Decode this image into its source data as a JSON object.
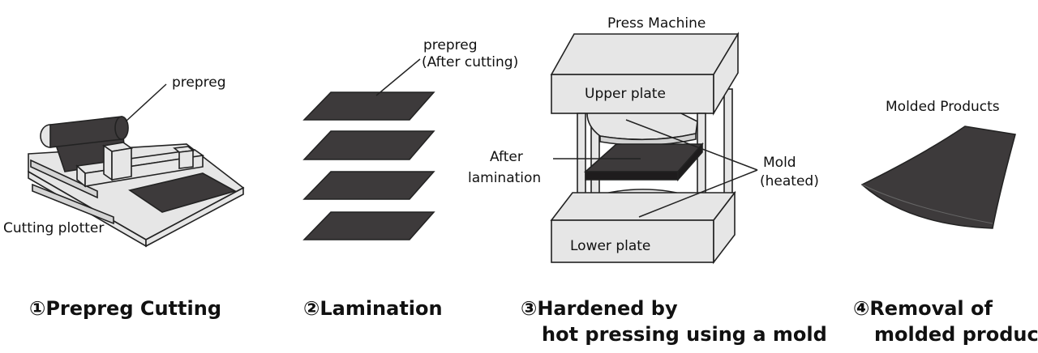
{
  "steps": [
    {
      "number": "①",
      "title_lines": [
        "Prepreg Cutting"
      ]
    },
    {
      "number": "②",
      "title_lines": [
        "Lamination"
      ]
    },
    {
      "number": "③",
      "title_lines": [
        "Hardened by",
        "hot pressing using a mold"
      ]
    },
    {
      "number": "④",
      "title_lines": [
        "Removal of",
        "molded product"
      ]
    }
  ],
  "panel1": {
    "prepreg_label": "prepreg",
    "plotter_label": "Cutting plotter"
  },
  "panel2": {
    "prepreg_label": "prepreg",
    "after_cutting_label": "(After cutting)"
  },
  "panel3": {
    "machine_label": "Press Machine",
    "upper_plate_label": "Upper plate",
    "lower_plate_label": "Lower plate",
    "after_label_1": "After",
    "after_label_2": "lamination",
    "mold_label_1": "Mold",
    "mold_label_2": "(heated)"
  },
  "panel4": {
    "products_label": "Molded Products"
  },
  "colors": {
    "prepreg": "#3d3a3b",
    "machine": "#e6e6e6",
    "outline": "#222222"
  }
}
